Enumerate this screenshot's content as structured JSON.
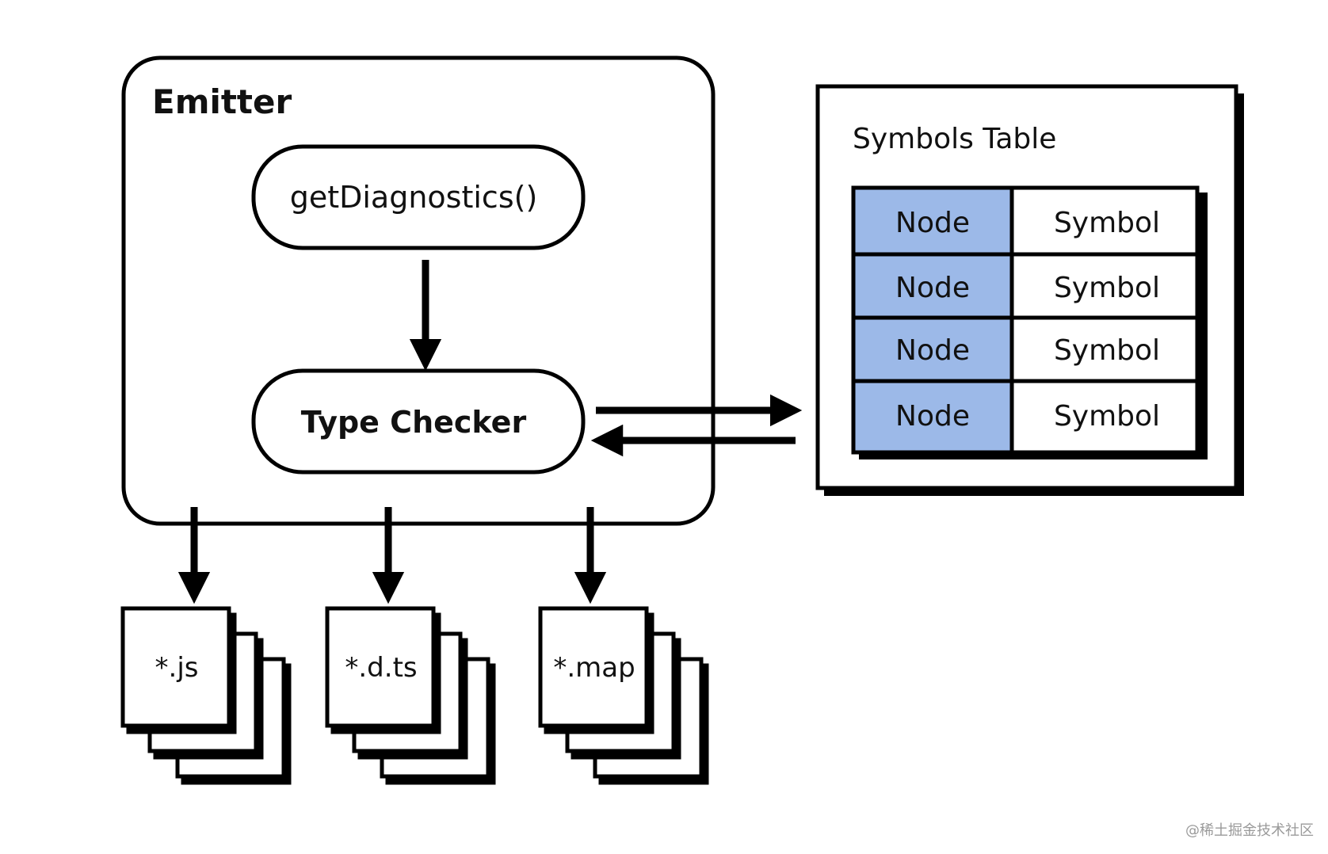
{
  "emitter": {
    "title": "Emitter",
    "get_diagnostics_label": "getDiagnostics()",
    "type_checker_label": "Type Checker"
  },
  "symbols_table": {
    "title": "Symbols Table",
    "rows": [
      {
        "node": "Node",
        "symbol": "Symbol"
      },
      {
        "node": "Node",
        "symbol": "Symbol"
      },
      {
        "node": "Node",
        "symbol": "Symbol"
      },
      {
        "node": "Node",
        "symbol": "Symbol"
      }
    ],
    "node_cell_color": "#9cb9e8"
  },
  "outputs": {
    "js": "*.js",
    "dts": "*.d.ts",
    "map": "*.map"
  },
  "watermark": "@稀土掘金技术社区"
}
